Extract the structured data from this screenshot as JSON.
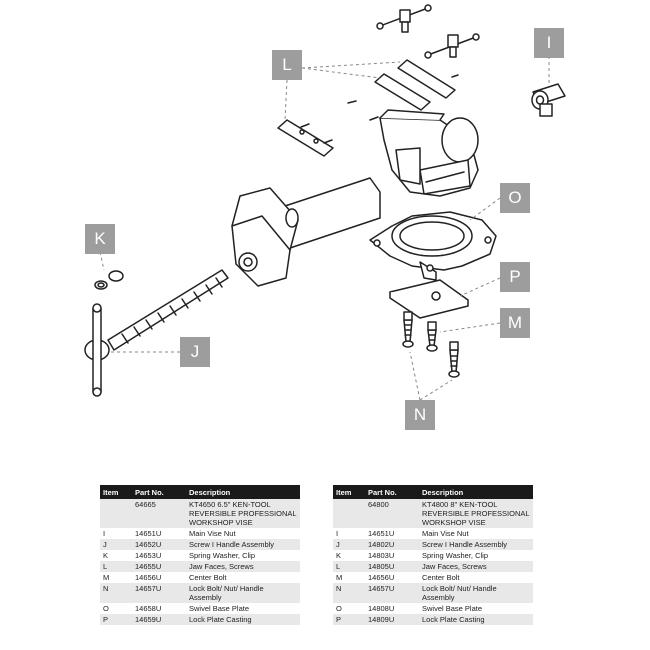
{
  "callouts": [
    {
      "id": "I",
      "label": "I"
    },
    {
      "id": "L",
      "label": "L"
    },
    {
      "id": "O",
      "label": "O"
    },
    {
      "id": "K",
      "label": "K"
    },
    {
      "id": "P",
      "label": "P"
    },
    {
      "id": "M",
      "label": "M"
    },
    {
      "id": "J",
      "label": "J"
    },
    {
      "id": "N",
      "label": "N"
    }
  ],
  "tables": [
    {
      "headers": {
        "item": "Item",
        "part": "Part No.",
        "desc": "Description"
      },
      "rows": [
        {
          "item": "",
          "part": "64665",
          "desc": "KT4650 6.5\" KEN-TOOL\nREVERSIBLE PROFESSIONAL\nWORKSHOP VISE"
        },
        {
          "item": "I",
          "part": "14651U",
          "desc": "Main Vise Nut"
        },
        {
          "item": "J",
          "part": "14652U",
          "desc": "Screw I Handle Assembly"
        },
        {
          "item": "K",
          "part": "14653U",
          "desc": "Spring Washer, Clip"
        },
        {
          "item": "L",
          "part": "14655U",
          "desc": "Jaw Faces, Screws"
        },
        {
          "item": "M",
          "part": "14656U",
          "desc": "Center Bolt"
        },
        {
          "item": "N",
          "part": "14657U",
          "desc": "Lock Bolt/ Nut/ Handle\nAssembly"
        },
        {
          "item": "O",
          "part": "14658U",
          "desc": "Swivel Base Plate"
        },
        {
          "item": "P",
          "part": "14659U",
          "desc": "Lock Plate Casting"
        }
      ]
    },
    {
      "headers": {
        "item": "Item",
        "part": "Part No.",
        "desc": "Description"
      },
      "rows": [
        {
          "item": "",
          "part": "64800",
          "desc": "KT4800 8\" KEN-TOOL\nREVERSIBLE PROFESSIONAL\nWORKSHOP VISE"
        },
        {
          "item": "I",
          "part": "14651U",
          "desc": "Main Vise Nut"
        },
        {
          "item": "J",
          "part": "14802U",
          "desc": "Screw I Handle Assembly"
        },
        {
          "item": "K",
          "part": "14803U",
          "desc": "Spring Washer, Clip"
        },
        {
          "item": "L",
          "part": "14805U",
          "desc": "Jaw Faces, Screws"
        },
        {
          "item": "M",
          "part": "14656U",
          "desc": "Center Bolt"
        },
        {
          "item": "N",
          "part": "14657U",
          "desc": "Lock Bolt/ Nut/ Handle\nAssembly"
        },
        {
          "item": "O",
          "part": "14808U",
          "desc": "Swivel Base Plate"
        },
        {
          "item": "P",
          "part": "14809U",
          "desc": "Lock Plate Casting"
        }
      ]
    }
  ]
}
